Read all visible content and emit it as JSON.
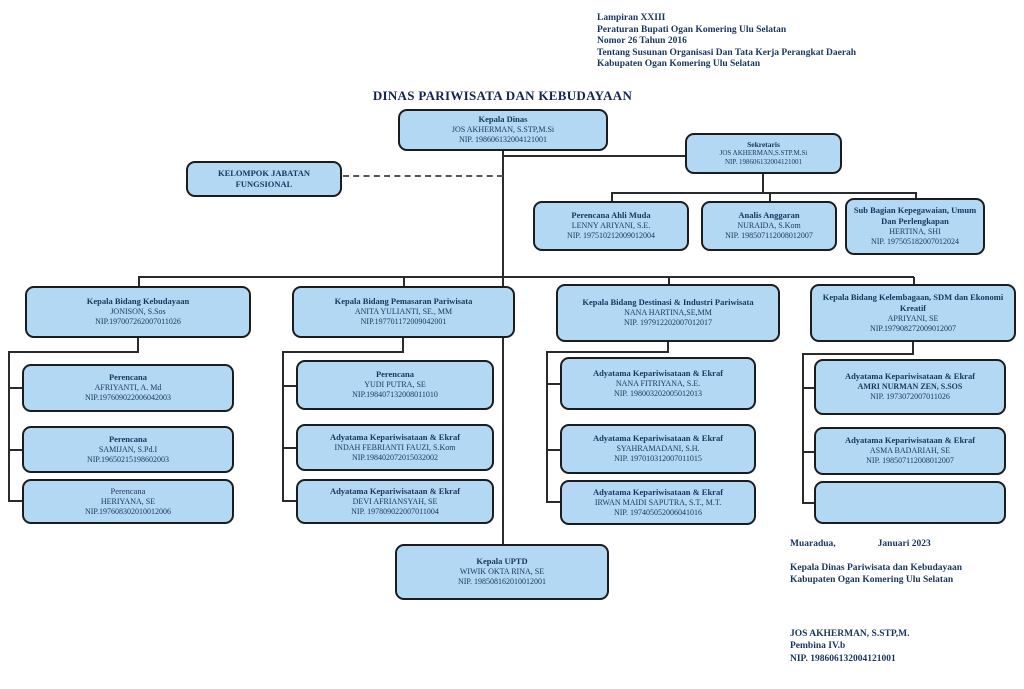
{
  "header": {
    "line1": "Lampiran XXIII",
    "line2": "Peraturan Bupati Ogan Komering Ulu Selatan",
    "line3": "Nomor 26 Tahun 2016",
    "line4": "Tentang Susunan Organisasi Dan Tata Kerja Perangkat Daerah",
    "line5": "Kabupaten Ogan Komering Ulu Selatan"
  },
  "chart_title": "DINAS PARIWISATA DAN KEBUDAYAAN",
  "org": {
    "kepala_dinas": {
      "title": "Kepala Dinas",
      "name": "JOS AKHERMAN, S.STP,M.Si",
      "nip": "NIP. 198606132004121001"
    },
    "sekretaris": {
      "title": "Sekretaris",
      "name": "JOS AKHERMAN,S.STP.M.Si",
      "nip": "NIP. 198606132004121001"
    },
    "kelompok": {
      "title": "KELOMPOK JABATAN FUNGSIONAL"
    },
    "perencana_ahli_muda": {
      "title": "Perencana Ahli Muda",
      "name": "LENNY ARIYANI, S.E.",
      "nip": "NIP. 197510212009012004"
    },
    "analis_anggaran": {
      "title": "Analis Anggaran",
      "name": "NURAIDA, S.Kom",
      "nip": "NIP. 198507112008012007"
    },
    "sub_bagian": {
      "title": "Sub Bagian Kepegawaian, Umum Dan Perlengkapan",
      "name": "HERTINA, SHI",
      "nip": "NIP. 197505182007012024"
    },
    "bidang": [
      {
        "title": "Kepala Bidang Kebudayaan",
        "name": "JONISON, S.Sos",
        "nip": "NIP.197007262007011026"
      },
      {
        "title": "Kepala Bidang Pemasaran Pariwisata",
        "name": "ANITA YULIANTI, SE., MM",
        "nip": "NIP.197701172009042001"
      },
      {
        "title": "Kepala Bidang Destinasi & Industri Pariwisata",
        "name": "NANA HARTINA,SE,MM",
        "nip": "NIP. 197912202007012017"
      },
      {
        "title": "Kepala Bidang Kelembagaan, SDM dan Ekonomi Kreatif",
        "name": "APRIYANI, SE",
        "nip": "NIP.197908272009012007"
      }
    ],
    "col1": [
      {
        "title": "Perencana",
        "name": "AFRIYANTI, A. Md",
        "nip": "NIP.197609022006042003"
      },
      {
        "title": "Perencana",
        "name": "SAMIJAN, S.Pd.I",
        "nip": "NIP.19650215198602003"
      },
      {
        "title": "Perencana",
        "name": "HERIYANA, SE",
        "nip": "NIP.197608302010012006"
      }
    ],
    "col2": [
      {
        "title": "Perencana",
        "name": "YUDI PUTRA, SE",
        "nip": "NIP.198407132008011010"
      },
      {
        "title": "Adyatama Kepariwisataan & Ekraf",
        "name": "INDAH FEBRIANTI FAUZI, S.Kom",
        "nip": "NIP.198402072015032002"
      },
      {
        "title": "Adyatama Kepariwisataan & Ekraf",
        "name": "DEVI AFRIANSYAH, SE",
        "nip": "NIP. 197809022007011004"
      }
    ],
    "col3": [
      {
        "title": "Adyatama Kepariwisataan & Ekraf",
        "name": "NANA FITRIYANA, S.E.",
        "nip": "NIP. 198003202005012013"
      },
      {
        "title": "Adyatama Kepariwisataan & Ekraf",
        "name": "SYAHRAMADANI, S.H.",
        "nip": "NIP. 197010312007011015"
      },
      {
        "title": "Adyatama Kepariwisataan & Ekraf",
        "name": "IRWAN MAIDI SAPUTRA, S.T., M.T.",
        "nip": "NIP. 197405052006041016"
      }
    ],
    "col4": [
      {
        "title": "Adyatama Kepariwisataan & Ekraf",
        "name": "AMRI NURMAN ZEN, S.SOS",
        "nip": "NIP. 1973072007011026"
      },
      {
        "title": "Adyatama Kepariwisataan & Ekraf",
        "name": "ASMA BADARIAH, SE",
        "nip": "NIP. 198507112008012007"
      },
      {
        "title": "",
        "name": "",
        "nip": ""
      }
    ],
    "uptd": {
      "title": "Kepala UPTD",
      "name": "WIWIK OKTA RINA, SE",
      "nip": "NIP. 198508162010012001"
    }
  },
  "signature": {
    "place": "Muaradua,",
    "date": "Januari  2023",
    "org_line1": "Kepala Dinas Pariwisata dan Kebudayaan",
    "org_line2": "Kabupaten Ogan Komering Ulu Selatan",
    "name": "JOS AKHERMAN, S.STP,M.",
    "rank": "Pembina IV.b",
    "nip": "NIP. 198606132004121001"
  }
}
